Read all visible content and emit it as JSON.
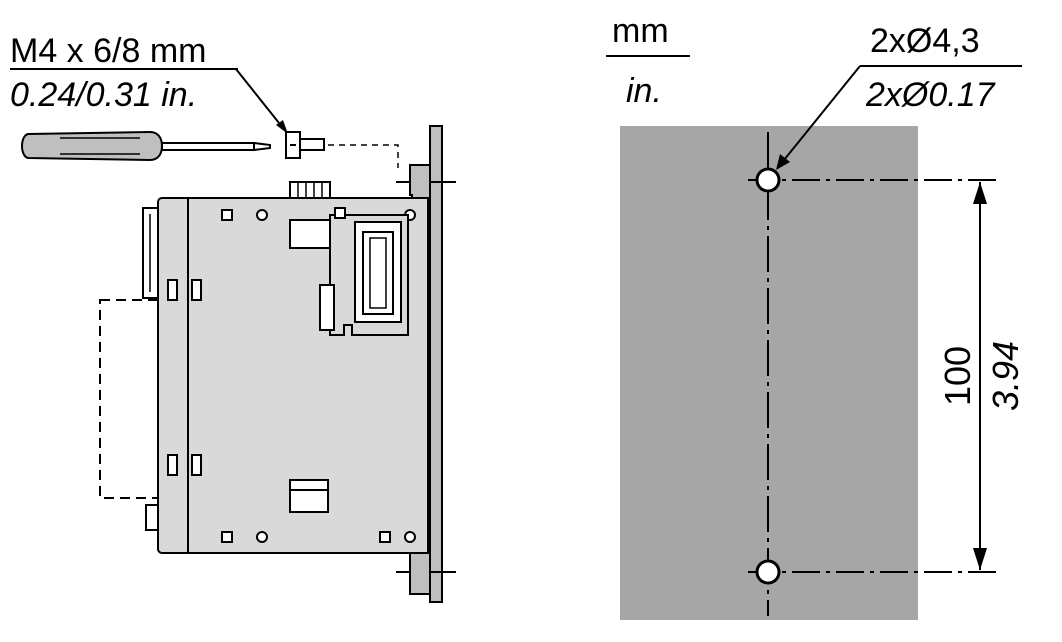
{
  "screw_label": {
    "metric": "M4 x 6/8 mm",
    "imperial": "0.24/0.31 in."
  },
  "units_legend": {
    "metric": "mm",
    "imperial": "in."
  },
  "hole_label": {
    "metric": "2xØ4,3",
    "imperial": "2xØ0.17"
  },
  "hole_spacing": {
    "metric": "100",
    "imperial": "3.94"
  },
  "colors": {
    "module_body": "#d9d9d9",
    "panel_area": "#a6a6a6",
    "rail": "#bfbfbf",
    "line": "#000000"
  }
}
